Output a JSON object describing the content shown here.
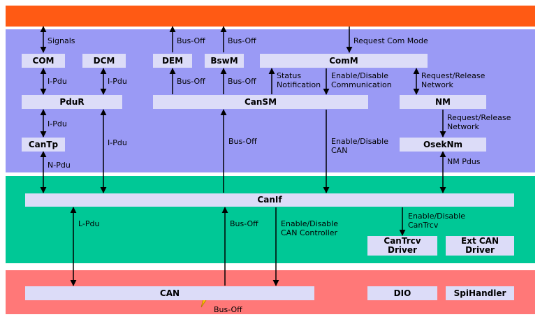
{
  "layers": {
    "top_color": "#ff5a14",
    "service_color": "#9a9af5",
    "ecu_abstraction_color": "#00c896",
    "mcal_color": "#ff7878"
  },
  "modules": {
    "com": "COM",
    "dcm": "DCM",
    "dem": "DEM",
    "bswm": "BswM",
    "comm": "ComM",
    "pdur": "PduR",
    "cansm": "CanSM",
    "nm": "NM",
    "cantp": "CanTp",
    "oseknm": "OsekNm",
    "canif": "CanIf",
    "cantrcv_driver": "CanTrcv\nDriver",
    "ext_can_driver": "Ext CAN\nDriver",
    "can": "CAN",
    "dio": "DIO",
    "spihandler": "SpiHandler"
  },
  "labels": {
    "signals": "Signals",
    "busoff_dem": "Bus-Off",
    "busoff_bswm": "Bus-Off",
    "request_com_mode": "Request Com Mode",
    "ipdu_com": "I-Pdu",
    "ipdu_dcm": "I-Pdu",
    "busoff_dem_cansm": "Bus-Off",
    "busoff_bswm_cansm": "Bus-Off",
    "status_notification": "Status\nNotification",
    "enable_disable_communication": "Enable/Disable\nCommunication",
    "request_release_network_1": "Request/Release\nNetwork",
    "ipdu_cantp": "I-Pdu",
    "ipdu_dcm_canif": "I-Pdu",
    "busoff_cansm_canif": "Bus-Off",
    "enable_disable_can": "Enable/Disable\nCAN",
    "request_release_network_2": "Request/Release\nNetwork",
    "npdu": "N-Pdu",
    "nm_pdus": "NM Pdus",
    "lpdu": "L-Pdu",
    "busoff_can_canif": "Bus-Off",
    "enable_disable_can_controller": "Enable/Disable\nCAN Controller",
    "enable_disable_cantrcv": "Enable/Disable\nCanTrcv",
    "busoff_bottom": "Bus-Off"
  }
}
